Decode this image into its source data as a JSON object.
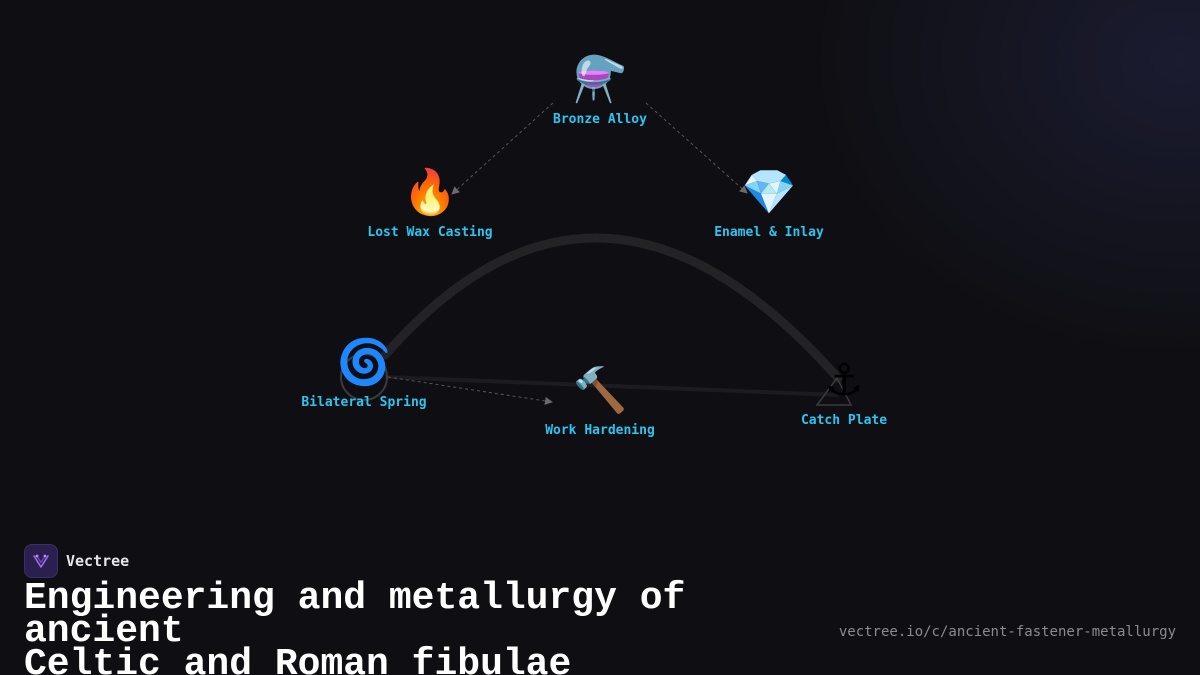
{
  "brand": {
    "name": "Vectree"
  },
  "title": {
    "line1": "Engineering and metallurgy of ancient",
    "line2": "Celtic and Roman fibulae"
  },
  "url": "vectree.io/c/ancient-fastener-metallurgy",
  "colors": {
    "background": "#0f0f13",
    "node_label": "#2ec4f0",
    "title": "#ffffff",
    "url": "#8a8a92",
    "arrow": "#6a6a70",
    "arc": "#232326"
  },
  "nodes": [
    {
      "id": "bronze-alloy",
      "label": "Bronze Alloy",
      "icon": "flask-icon",
      "glyph": "⚗️"
    },
    {
      "id": "lost-wax-casting",
      "label": "Lost Wax Casting",
      "icon": "fire-icon",
      "glyph": "🔥"
    },
    {
      "id": "enamel-inlay",
      "label": "Enamel & Inlay",
      "icon": "gem-icon",
      "glyph": "💎"
    },
    {
      "id": "bilateral-spring",
      "label": "Bilateral Spring",
      "icon": "spiral-icon",
      "glyph": "🌀"
    },
    {
      "id": "work-hardening",
      "label": "Work Hardening",
      "icon": "hammer-icon",
      "glyph": "🔨"
    },
    {
      "id": "catch-plate",
      "label": "Catch Plate",
      "icon": "anchor-icon",
      "glyph": "⚓"
    }
  ],
  "edges": [
    {
      "from": "bronze-alloy",
      "to": "lost-wax-casting",
      "style": "dotted-arrow"
    },
    {
      "from": "bronze-alloy",
      "to": "enamel-inlay",
      "style": "dotted-arrow"
    },
    {
      "from": "bilateral-spring",
      "to": "work-hardening",
      "style": "dotted-arrow"
    },
    {
      "from": "bilateral-spring",
      "to": "catch-plate",
      "style": "faint-line"
    },
    {
      "from": "bilateral-spring",
      "to": "catch-plate",
      "style": "bold-arc"
    }
  ]
}
